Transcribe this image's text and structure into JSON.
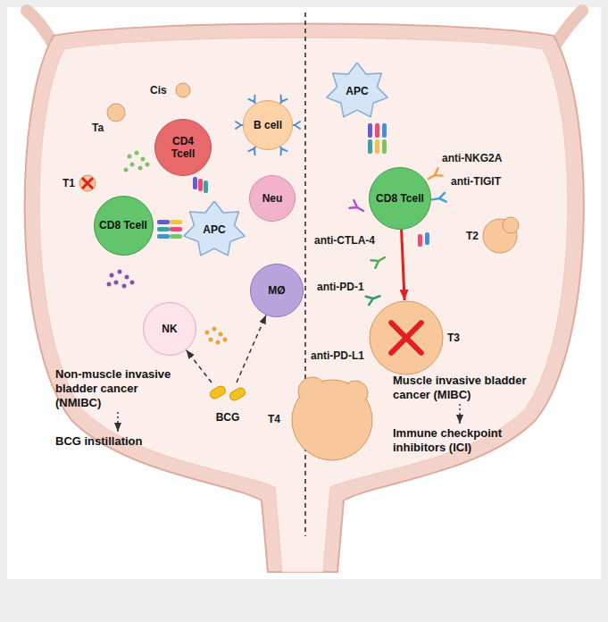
{
  "diagram": {
    "nodes": [
      {
        "text": [
          "CD4 Tcell"
        ]
      },
      {
        "text": [
          "B cell"
        ]
      },
      {
        "text": [
          "Neu"
        ]
      },
      {
        "text": [
          "CD8 Tcell"
        ]
      },
      {
        "text": [
          "APC"
        ]
      },
      {
        "text": [
          "NK"
        ]
      },
      {
        "text": [
          "MØ"
        ]
      },
      {
        "text": [
          "BCG"
        ]
      },
      {
        "text": [
          "Non-muscle invasive bladder cancer (NMIBC)"
        ]
      },
      {
        "text": [
          "BCG instillation"
        ]
      },
      {
        "text": [
          "APC"
        ]
      },
      {
        "text": [
          "CD8 Tcell"
        ]
      },
      {
        "text": [
          "T3"
        ]
      },
      {
        "text": [
          "Muscle invasive bladder cancer (MIBC)"
        ]
      },
      {
        "text": [
          "Immune checkpoint inhibitors (ICI)"
        ]
      }
    ],
    "edges": [
      {
        "from": 7,
        "to": 5,
        "arrow": "to"
      },
      {
        "from": 7,
        "to": 6,
        "arrow": "to"
      },
      {
        "from": 8,
        "to": 9,
        "arrow": "to"
      },
      {
        "from": 11,
        "to": 12,
        "arrow": "to"
      },
      {
        "from": 13,
        "to": 14,
        "arrow": "to"
      }
    ],
    "labels": [
      "Cis",
      "Ta",
      "T1",
      "anti-CTLA-4",
      "anti-NKG2A",
      "anti-TIGIT",
      "T2",
      "anti-PD-1",
      "anti-PD-L1",
      "T4"
    ]
  }
}
